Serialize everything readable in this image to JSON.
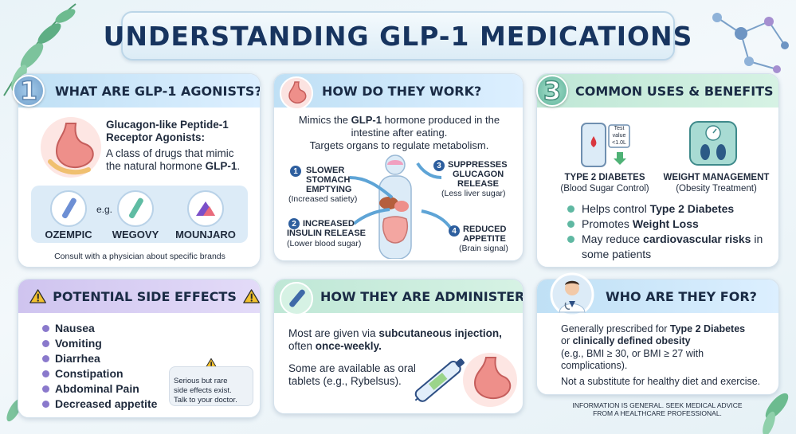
{
  "title": "UNDERSTANDING GLP-1 MEDICATIONS",
  "colors": {
    "navy": "#17345f",
    "blue_header": "#bfe0f5",
    "green_header": "#bfe7d6",
    "purple_header": "#cfc4ef",
    "teal_header": "#bee8e0",
    "warning": "#f2c12e"
  },
  "card1": {
    "number": "1",
    "heading": "WHAT ARE GLP-1 AGONISTS?",
    "subtitle_line1": "Glucagon-like Peptide-1",
    "subtitle_line2": "Receptor Agonists:",
    "body_line1": "A class of drugs that mimic",
    "body_line2_pre": "the natural hormone ",
    "body_line2_bold": "GLP-1",
    "body_line2_post": ".",
    "eg": "e.g.",
    "brands": [
      "OZEMPIC",
      "WEGOVY",
      "MOUNJARO"
    ],
    "footnote": "Consult with a physician about specific brands"
  },
  "card2": {
    "heading": "HOW DO THEY WORK?",
    "intro_pre": "Mimics the ",
    "intro_bold": "GLP-1",
    "intro_post": " hormone produced in the",
    "intro_line2": "intestine after eating.",
    "intro_line3": "Targets organs to regulate metabolism.",
    "steps": [
      {
        "num": "1",
        "title_line1": "SLOWER",
        "title_line2": "STOMACH",
        "title_line3": "EMPTYING",
        "sub": "(Increased satiety)"
      },
      {
        "num": "2",
        "title_line1": "INCREASED",
        "title_line2": "INSULIN RELEASE",
        "sub": "(Lower blood sugar)"
      },
      {
        "num": "3",
        "title_line1": "SUPPRESSES",
        "title_line2": "GLUCAGON",
        "title_line3": "RELEASE",
        "sub": "(Less liver sugar)"
      },
      {
        "num": "4",
        "title_line1": "REDUCED",
        "title_line2": "APPETITE",
        "sub": "(Brain signal)"
      }
    ]
  },
  "card3": {
    "number": "3",
    "heading": "COMMON USES & BENEFITS",
    "meter_label_line1": "Test",
    "meter_label_line2": "value",
    "meter_label_line3": "<1.0L",
    "use1_title": "TYPE 2 DIABETES",
    "use1_sub": "(Blood Sugar Control)",
    "use2_title": "WEIGHT MANAGEMENT",
    "use2_sub": "(Obesity Treatment)",
    "benefits": [
      {
        "pre": "Helps control ",
        "bold": "Type 2 Diabetes",
        "post": ""
      },
      {
        "pre": "Promotes ",
        "bold": "Weight Loss",
        "post": ""
      },
      {
        "pre": "May reduce ",
        "bold": "cardiovascular risks",
        "post": " in some patients"
      }
    ]
  },
  "card4": {
    "heading": "POTENTIAL SIDE EFFECTS",
    "effects": [
      "Nausea",
      "Vomiting",
      "Diarrhea",
      "Constipation",
      "Abdominal Pain",
      "Decreased appetite"
    ],
    "note_line1": "Serious but rare",
    "note_line2": "side effects exist.",
    "note_line3": "Talk to your doctor."
  },
  "card5": {
    "heading": "HOW THEY ARE ADMINISTERED",
    "p1_pre": "Most are given via ",
    "p1_bold": "subcutaneous injection,",
    "p1_line2_pre": "often ",
    "p1_line2_bold": "once-weekly.",
    "p2_line1": "Some are available as oral",
    "p2_line2": "tablets (e.g., Rybelsus)."
  },
  "card6": {
    "heading": "WHO ARE THEY FOR?",
    "line1_pre": "Generally prescribed for ",
    "line1_bold": "Type 2 Diabetes",
    "line2_pre": "or ",
    "line2_bold": "clinically defined obesity",
    "line3": "(e.g., BMI ≥ 30, or BMI ≥ 27 with",
    "line4": "complications).",
    "line5": "Not a substitute for healthy diet and exercise."
  },
  "footer": {
    "line1": "INFORMATION IS GENERAL. SEEK MEDICAL ADVICE",
    "line2": "FROM A HEALTHCARE PROFESSIONAL."
  }
}
